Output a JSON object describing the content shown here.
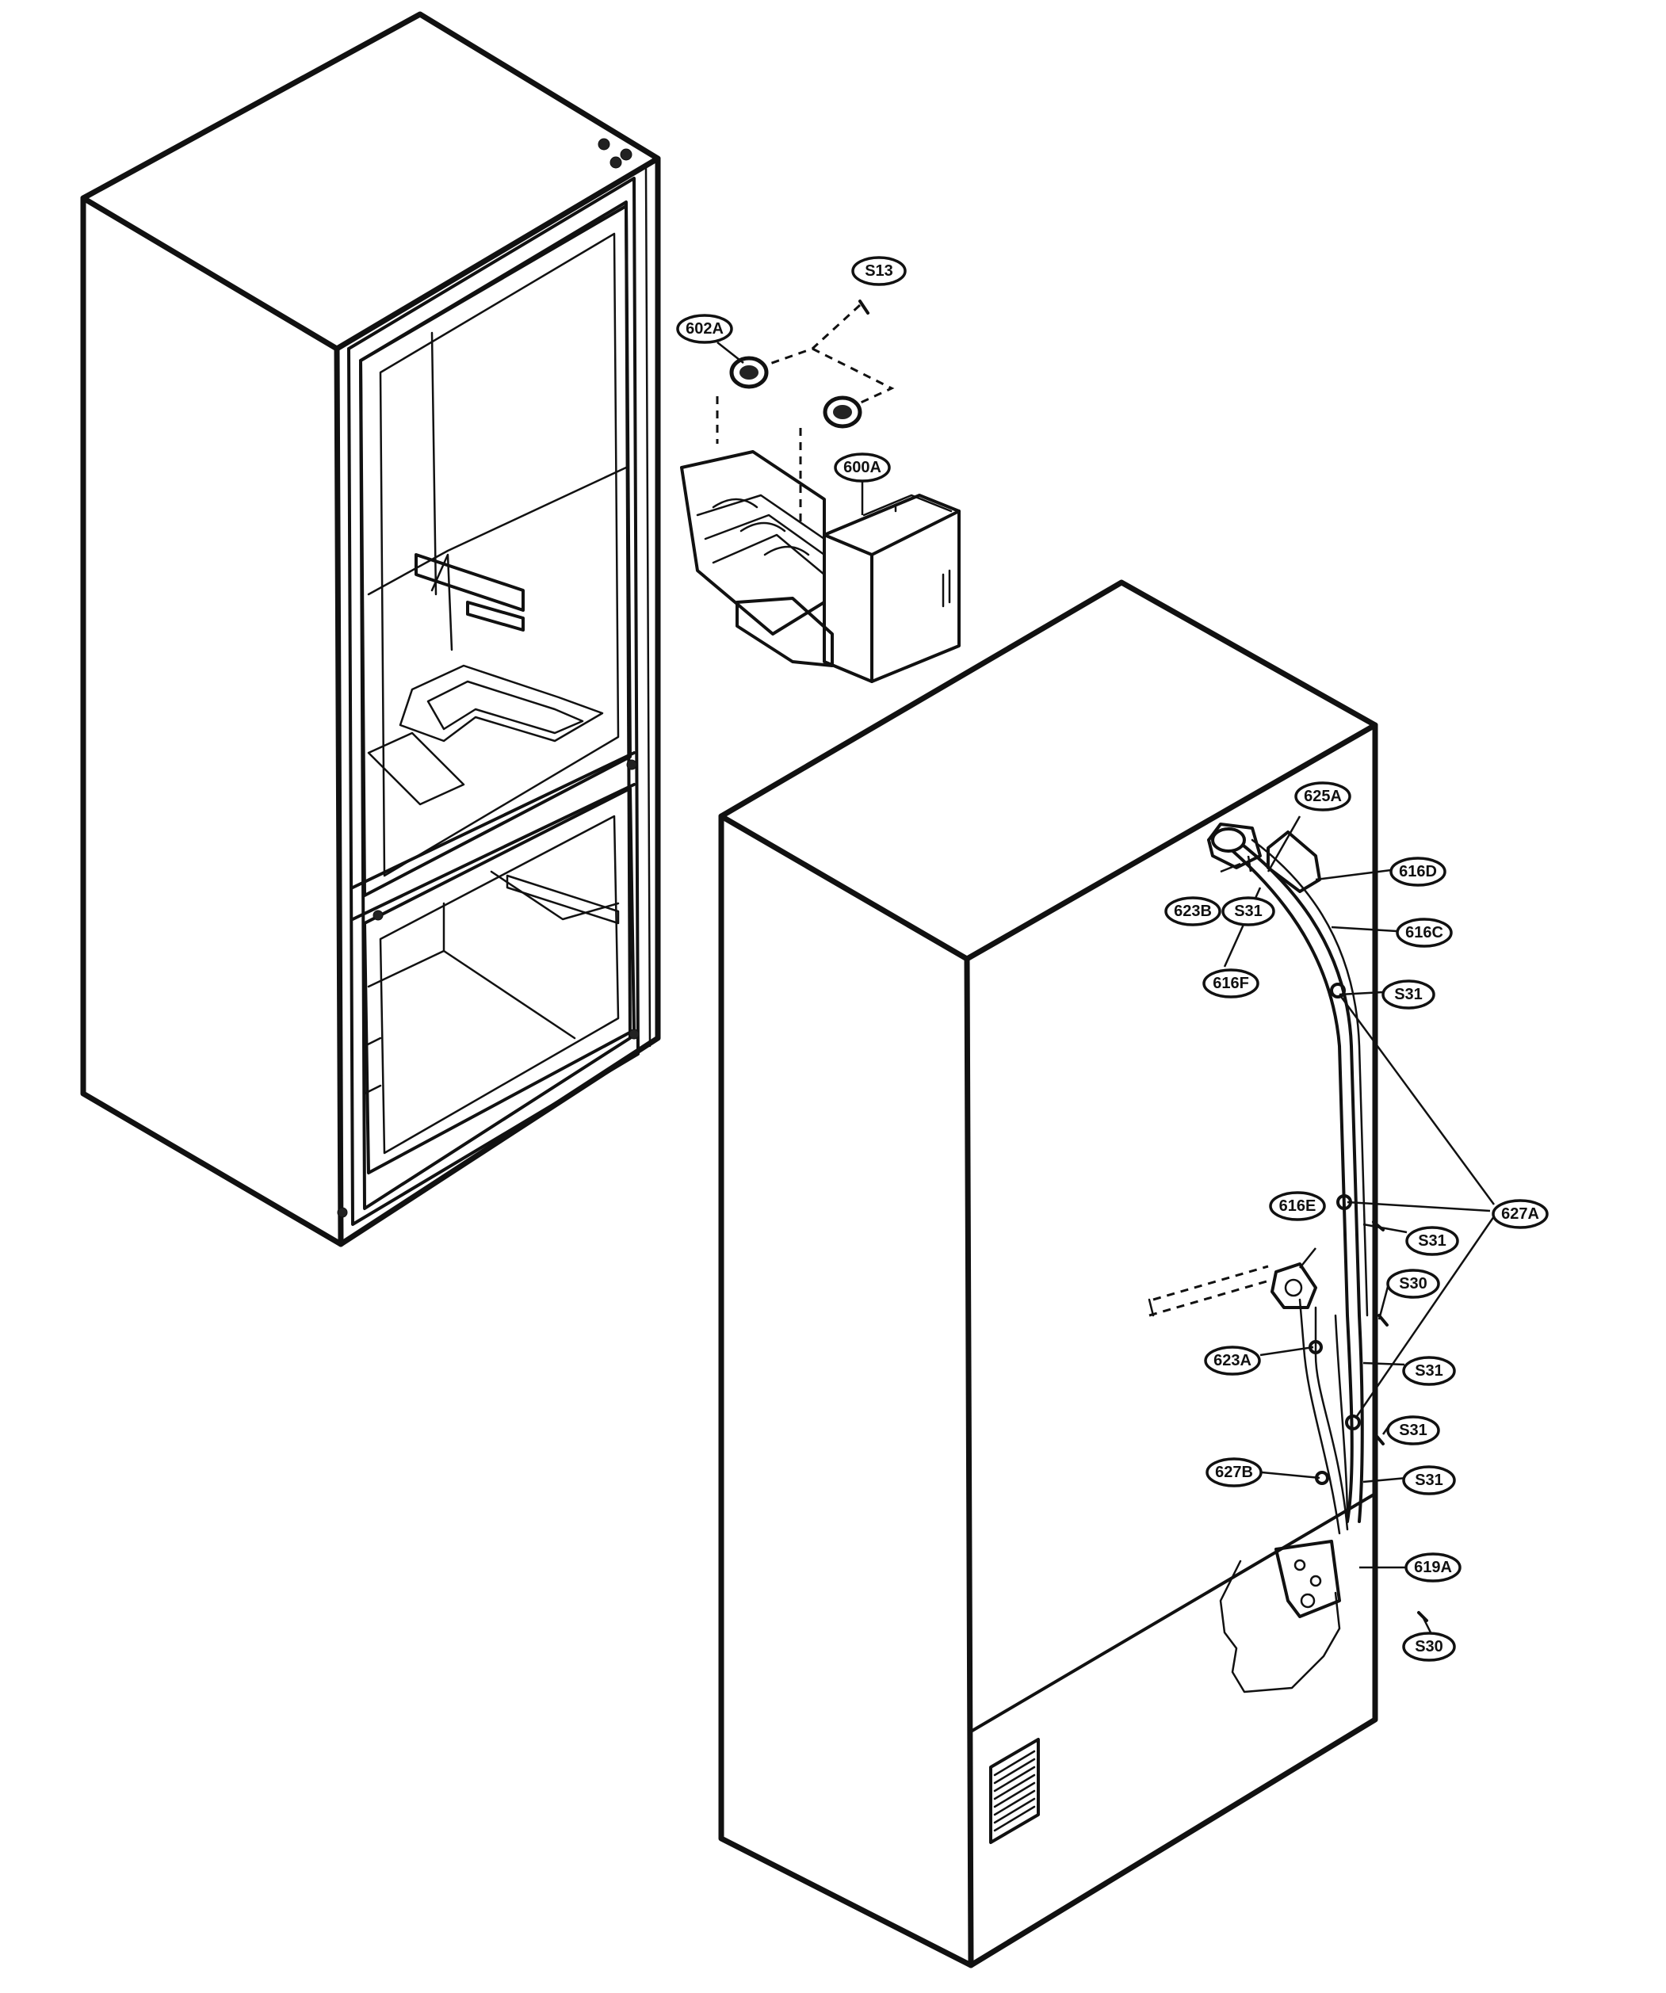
{
  "callouts": {
    "S13": "S13",
    "602A": "602A",
    "600A": "600A",
    "625A": "625A",
    "616D": "616D",
    "623B": "623B",
    "S31_top": "S31",
    "616C": "616C",
    "616F": "616F",
    "S31_a": "S31",
    "616E": "616E",
    "627A": "627A",
    "S31_b": "S31",
    "S30_a": "S30",
    "623A": "623A",
    "S31_c": "S31",
    "S31_d": "S31",
    "627B": "627B",
    "S31_e": "S31",
    "619A": "619A",
    "S30_b": "S30"
  }
}
